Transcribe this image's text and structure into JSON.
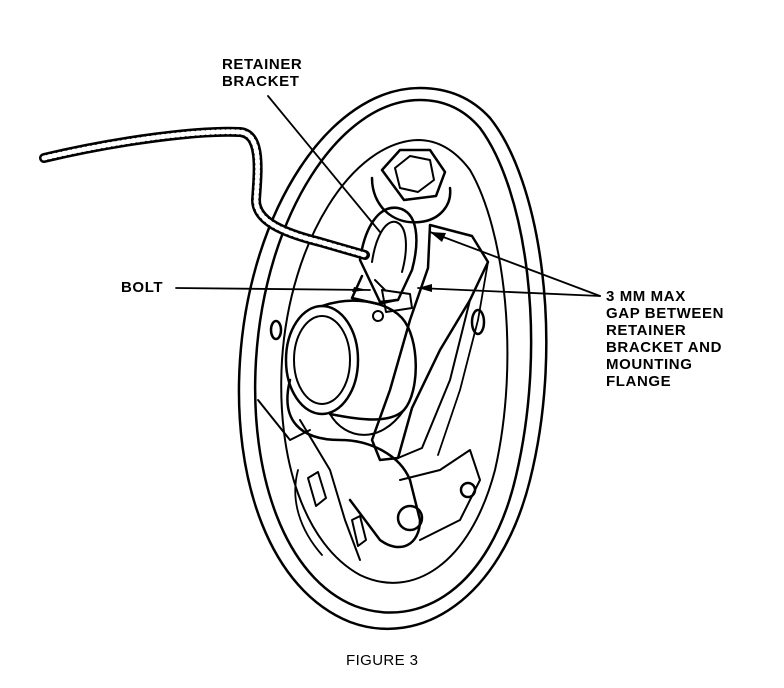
{
  "labels": {
    "retainer_bracket": [
      "RETAINER",
      "BRACKET"
    ],
    "bolt": "BOLT",
    "gap_note": [
      "3 MM MAX",
      "GAP BETWEEN",
      "RETAINER",
      "BRACKET AND",
      "MOUNTING",
      "FLANGE"
    ]
  },
  "caption": "FIGURE 3",
  "colors": {
    "ink": "#000000",
    "paper": "#ffffff"
  }
}
